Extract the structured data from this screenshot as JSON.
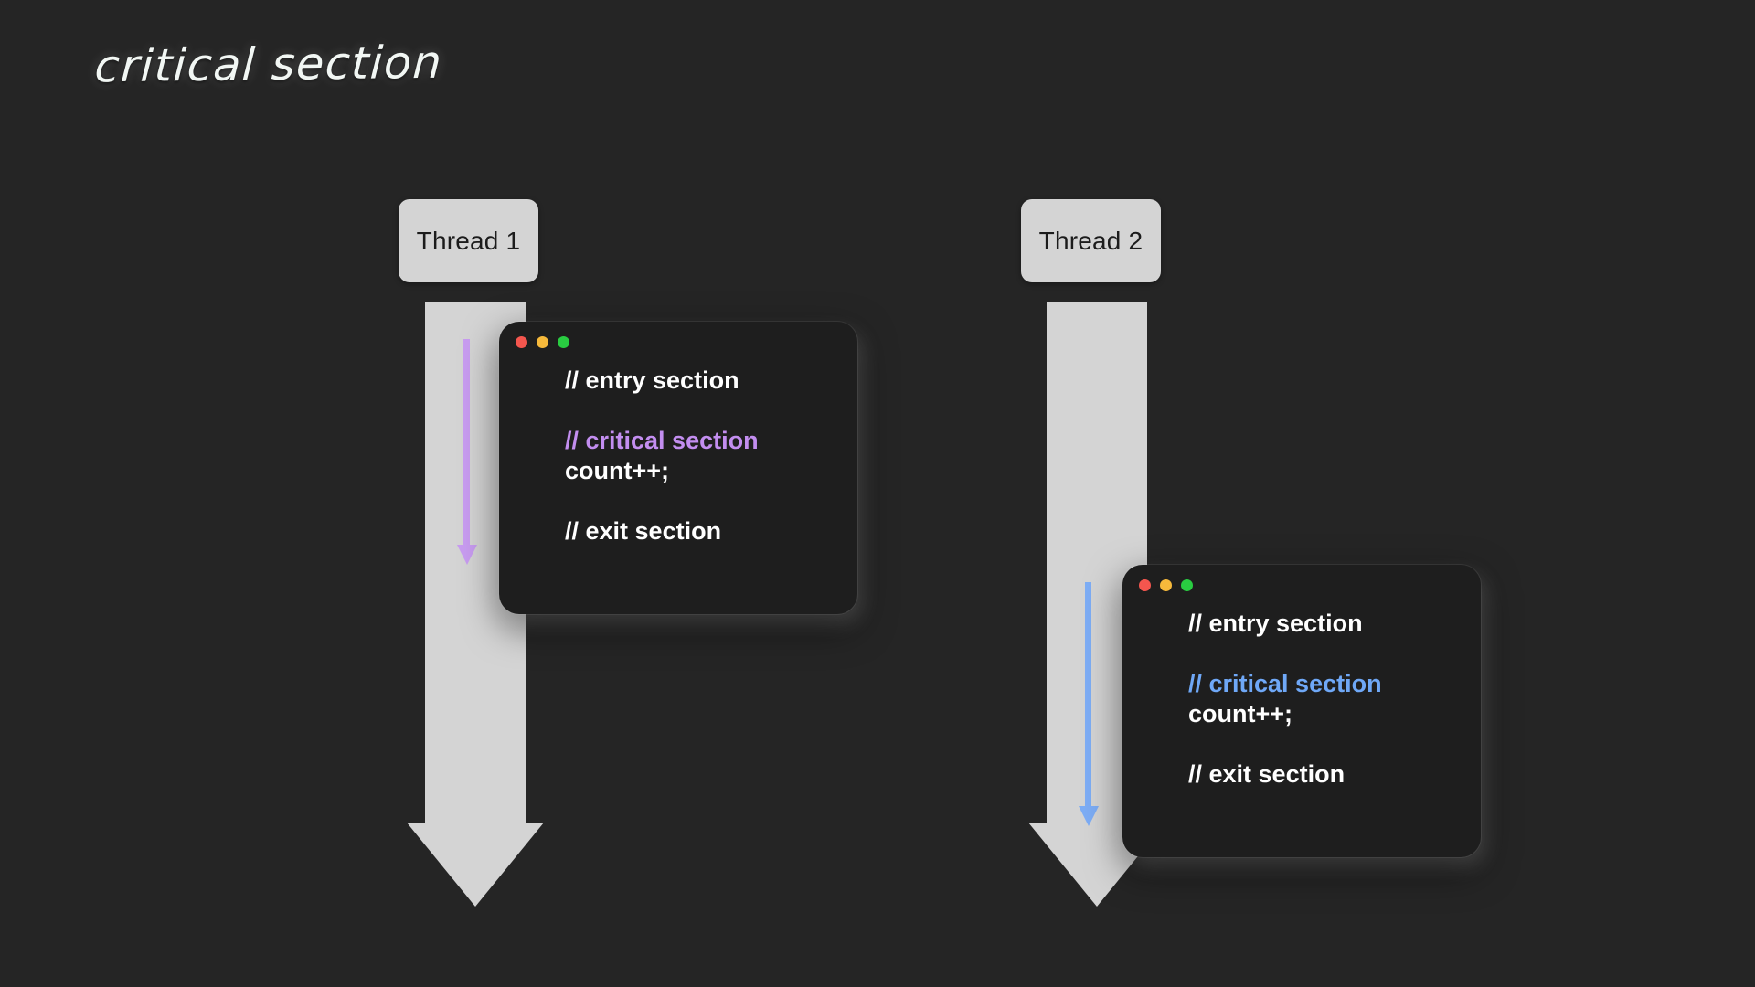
{
  "slide": {
    "title": "critical section",
    "background_color": "#252525"
  },
  "threads": [
    {
      "label": "Thread 1",
      "accent_color": "#c89cf0",
      "flow_color": "#d4d4d4",
      "code_window": {
        "traffic_lights": [
          "close-red",
          "minimize-yellow",
          "maximize-green"
        ],
        "lines": [
          {
            "text": "// entry section",
            "style": "white"
          },
          {
            "text": "// critical section",
            "style": "accent-purple"
          },
          {
            "text": "count++;",
            "style": "white"
          },
          {
            "text": "// exit section",
            "style": "white"
          }
        ]
      }
    },
    {
      "label": "Thread 2",
      "accent_color": "#7dadf5",
      "flow_color": "#d4d4d4",
      "code_window": {
        "traffic_lights": [
          "close-red",
          "minimize-yellow",
          "maximize-green"
        ],
        "lines": [
          {
            "text": "// entry section",
            "style": "white"
          },
          {
            "text": "// critical section",
            "style": "accent-blue"
          },
          {
            "text": "count++;",
            "style": "white"
          },
          {
            "text": "// exit section",
            "style": "white"
          }
        ]
      }
    }
  ],
  "colors": {
    "traffic_red": "#f4564e",
    "traffic_yellow": "#f6b93b",
    "traffic_green": "#29cc41",
    "window_bg": "#1e1e1e",
    "thread_box_bg": "#d4d4d4",
    "purple_accent": "#c38ef0",
    "blue_accent": "#6fa8f7"
  }
}
